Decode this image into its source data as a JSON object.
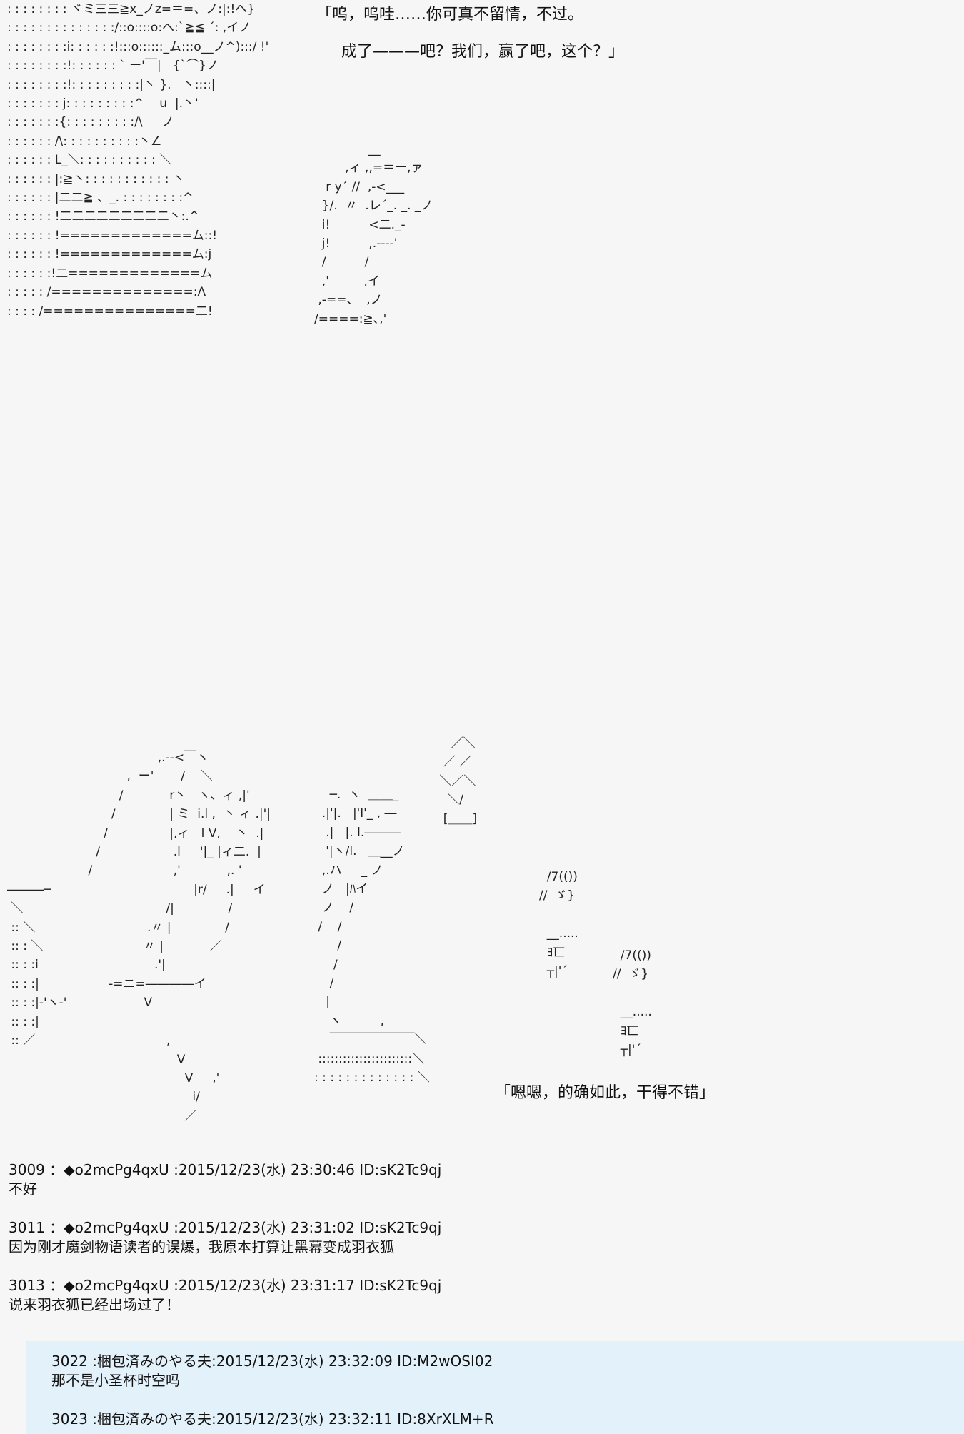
{
  "aa_top_left": [
    ": : : : : : : : ヾミ三三≧x_ノz=＝=、ノ:|:!ヘ}",
    ": : : : : : : : : : : : : :/::o::::o:ヘ:`≧≦ ´: ,イノ",
    ": : : : : : : :i: : : : : :!:::o::::::_ム:::o__ノ^):::/ !'",
    ": : : : : : : :!: : : : : : ` ー'￣|   {`⌒}ノ",
    ": : : : : : : :!: : : : : : : : :|丶 }.   丶::::|",
    ": : : : : : : j: : : : : : : : :^    u  |.丶'",
    ": : : : : : :{: : : : : : : : :/\\     ノ",
    ": : : : : : /\\: : : : : : : : : :丶∠",
    ": : : : : : L_＼: : : : : : : : : : ＼",
    ": : : : : : |:≧丶: : : : : : : : : : : 丶",
    ": : : : : : |二二≧ 、_. : : : : : : : :^",
    ": : : : : : !二二二二二二二二二丶:.^",
    ": : : : : : !=============ム::!",
    ": : : : : : !=============ム:j",
    ": : : : : :!二=============ム",
    ": : : : : /==============:Λ",
    ": : : : /===============二!"
  ],
  "aa_hand_right": [
    "              __",
    "        ,ィ ,,=＝ー,ァ",
    "   r y´ //  ,-<___",
    "  }/.  〃  .レ´_. _. _ノ",
    "  i!          <二._-",
    "  j!          ,.----'",
    "  /          /",
    "  ,'         ,イ",
    " ,-==、  ,ノ",
    "/====:≧､,'"
  ],
  "aa_lower_scene": [
    "                                       ,.--<￣ヽ",
    "                               ,  ー'       /    ＼",
    "                             /            r丶   ヽ、ィ ,|'",
    "                           /              | ミ  i.l ,  丶 ィ .|'|",
    "                         /                |,ィ   l V,    丶  .|",
    "                       /                   .l     '|_ |ィ二.  |",
    "                     /                     ,'            ,. '",
    "―――─                                     |r/     .|     イ",
    " ＼                                     /|              /",
    " :: ＼                             .〃 |              /",
    " :: : ＼                          〃 |            ／",
    " :: : :i                              .'|",
    " :: : :|                  -=ニ=――――イ",
    " :: : :|-'ヽ-'                    V",
    " :: : :|",
    " :: ／                                  ,",
    "                                            V",
    "                                              V     ,'",
    "                                                i/",
    "                                              ／"
  ],
  "aa_lower_right": [
    "    ─.  ヽ  ＿＿_",
    "  .|'|.   |'l'_ , ―",
    "   .|   |. l.―――",
    "   '|ヽ/l.   ＿__ノ",
    "  ,.ハ     _ ノ",
    "  ノ   |ﾊイ",
    "  ノ    /",
    " /    /",
    "      /",
    "     /",
    "    /",
    "   |",
    "    ヽ          ,",
    "    ￣￣￣￣￣￣￣＼",
    " :::::::::::::::::::::::＼",
    ": : : : : : : : : : : : : ＼"
  ],
  "aa_box_icon": [
    "    ／＼",
    "  ／ ／",
    " ＼／＼",
    "   ＼/",
    "  [＿＿]"
  ],
  "aa_sfx_1": [
    "  /7(())",
    "//  ゞ}",
    "",
    "  __.....",
    "  ﾖ匸",
    "  ┬|'´"
  ],
  "aa_sfx_2": [
    "  /7(())",
    "//  ゞ}",
    "",
    "  __.....",
    "  ﾖ匸",
    "  ┬|'´"
  ],
  "dialog_1_line1": "「呜，呜哇……你可真不留情，不过。",
  "dialog_1_line2": "成了———吧？我们，赢了吧，这个？」",
  "dialog_2": "「嗯嗯，的确如此，干得不错」",
  "posts": [
    {
      "header": "3009 ：◆o2mcPg4qxU :2015/12/23(水) 23:30:46 ID:sK2Tc9qj",
      "body": "不好"
    },
    {
      "header": "3011 ：◆o2mcPg4qxU :2015/12/23(水) 23:31:02 ID:sK2Tc9qj",
      "body": "因为刚才魔剑物语读者的误爆，我原本打算让黑幕变成羽衣狐"
    },
    {
      "header": "3013 ：◆o2mcPg4qxU :2015/12/23(水) 23:31:17 ID:sK2Tc9qj",
      "body": "说来羽衣狐已经出场过了！"
    }
  ],
  "quoted_posts": [
    {
      "header": "3022 :梱包済みのやる夫:2015/12/23(水) 23:32:09 ID:M2wOSI02",
      "body": "那不是小圣杯时空吗"
    },
    {
      "header": "3023 :梱包済みのやる夫:2015/12/23(水) 23:32:11 ID:8XrXLM+R",
      "body": ""
    }
  ]
}
